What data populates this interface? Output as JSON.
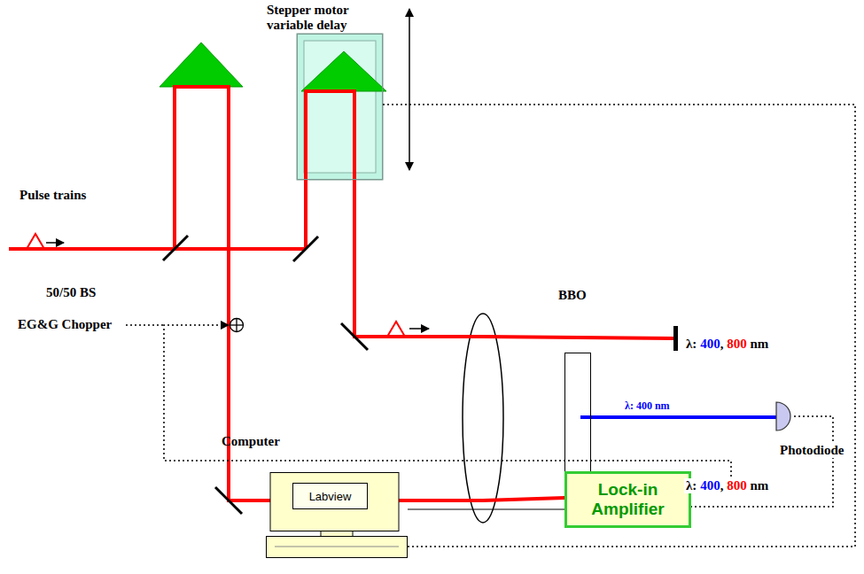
{
  "diagram": {
    "nodes": [
      {
        "text": [
          "Stepper motor variable delay"
        ]
      },
      {
        "text": [
          "EG&G Chopper"
        ]
      },
      {
        "text": [
          "BBO"
        ]
      },
      {
        "text": [
          "Photodiode"
        ]
      },
      {
        "text": [
          "Computer"
        ]
      },
      {
        "text": [
          "Labview"
        ],
        "in": 4
      },
      {
        "text": [
          "Lock-in Amplifier"
        ]
      }
    ],
    "edges": [
      {
        "from": 6,
        "to": 1,
        "arrow": "to"
      },
      {
        "from": 3,
        "to": 6,
        "arrow": "none"
      },
      {
        "from": 0,
        "to": 4,
        "arrow": "none"
      },
      {
        "from": 4,
        "to": 6,
        "arrow": "none"
      }
    ],
    "labels": [
      "Pulse trains",
      "50/50 BS",
      "λ: 400, 800 nm",
      "λ: 400 nm",
      "λ: 400, 800 nm"
    ]
  }
}
